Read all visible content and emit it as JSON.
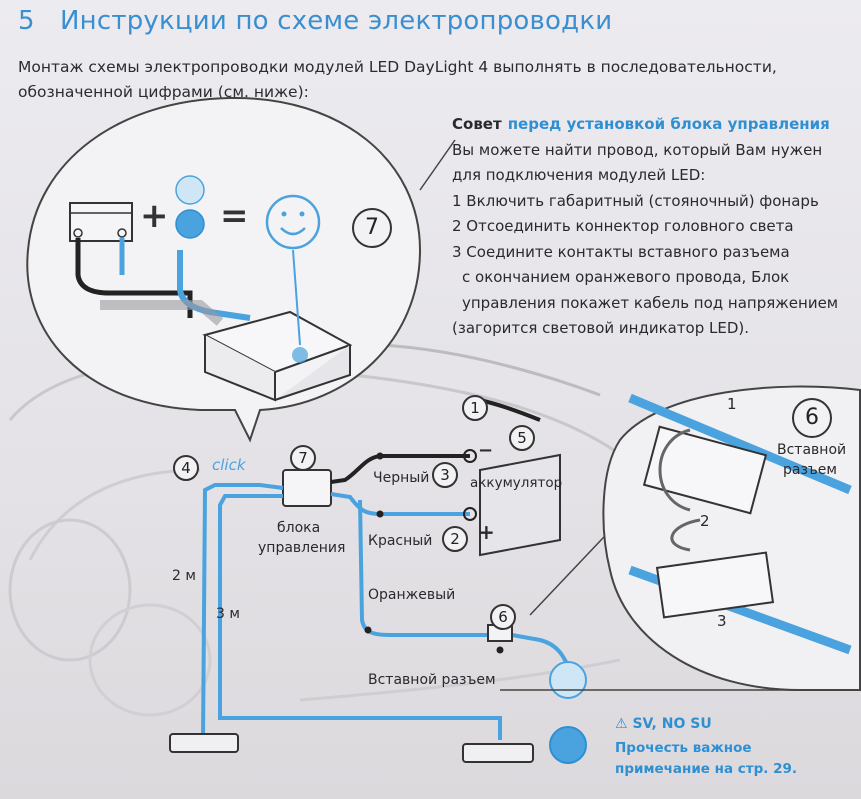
{
  "section": {
    "number": "5",
    "title": "Инструкции по схеме электропроводки"
  },
  "intro": "Монтаж схемы электропроводки модулей LED DayLight 4 выполнять в последовательности, обозначенной цифрами (см. ниже):",
  "tip": {
    "label": "Совет",
    "heading": "перед установкой блока управления",
    "lines": [
      "Вы можете найти провод, который Вам нужен",
      "для подключения модулей LED:",
      "1 Включить габаритный (стояночный) фонарь",
      "2 Отсоединить коннектор головного света",
      "3 Соедините контакты  вставного разъема",
      "с окончанием оранжевого провода, Блок",
      "управления покажет кабель под напряжением",
      "(загорится световой индикатор LED)."
    ]
  },
  "diagram": {
    "step_top": "7",
    "wiring_labels": {
      "step1": "1",
      "step2": "2",
      "step3": "3",
      "step4": "4",
      "step5": "5",
      "step6": "6",
      "step7": "7",
      "click": "click",
      "black": "Черный",
      "battery": "аккумулятор",
      "red": "Красный",
      "control_unit_line1": "блока",
      "control_unit_line2": "управления",
      "len_2m": "2 м",
      "len_3m": "3 м",
      "orange": "Оранжевый",
      "plug_connector": "Вставной разъем",
      "plus": "+",
      "minus": "−"
    },
    "inset": {
      "step6": "6",
      "connector_label_line1": "Вставной",
      "connector_label_line2": "разъем",
      "n1": "1",
      "n2": "2",
      "n3": "3"
    },
    "equation": {
      "plus": "+",
      "equals": "="
    }
  },
  "warning": {
    "symbol": "⚠",
    "text": "SV, NO SU"
  },
  "note": "Прочесть важное примечание на стр. 29.",
  "colors": {
    "accent_blue": "#2f8fd3",
    "wire_blue": "#4aa3de",
    "wire_black": "#222222"
  }
}
